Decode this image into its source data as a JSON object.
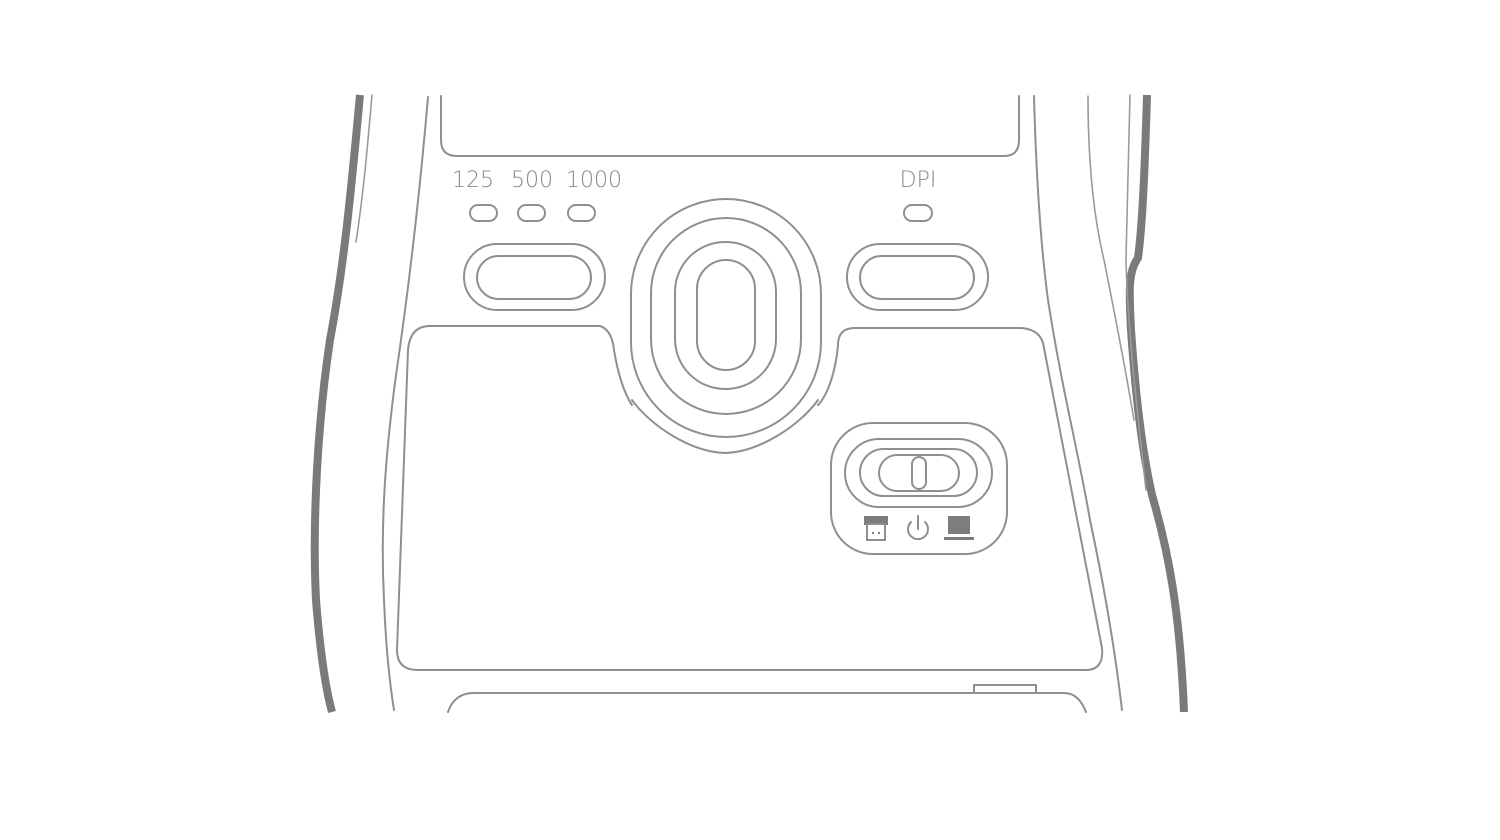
{
  "polling_rate": {
    "labels": [
      "125",
      "500",
      "1000"
    ]
  },
  "dpi": {
    "label": "DPI"
  },
  "mode_switch": {
    "icons": [
      "usb-receiver-icon",
      "power-icon",
      "bluetooth-laptop-icon"
    ]
  },
  "colors": {
    "outline": "#8f8f8f",
    "label": "#888888",
    "background": "#ffffff"
  }
}
